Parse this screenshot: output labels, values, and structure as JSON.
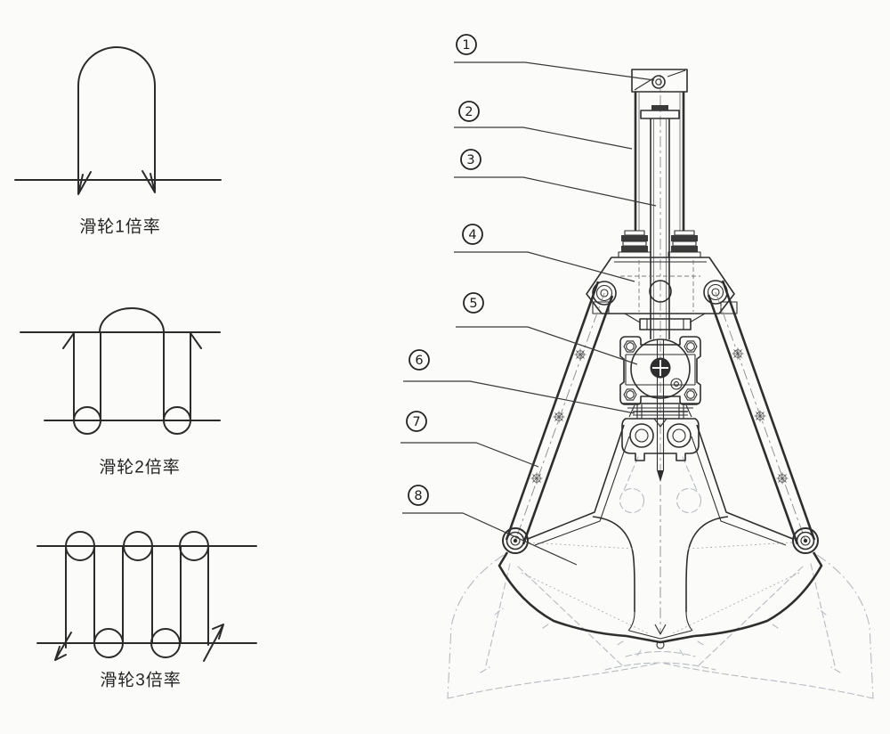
{
  "page": {
    "background": "#fbfbfa",
    "ink_color": "#2e2e2e",
    "ghost_color": "#b6bac1"
  },
  "pulley_diagrams": [
    {
      "id": "pulley-1x",
      "caption": "滑轮1倍率"
    },
    {
      "id": "pulley-2x",
      "caption": "滑轮2倍率"
    },
    {
      "id": "pulley-3x",
      "caption": "滑轮3倍率"
    }
  ],
  "grab_drawing": {
    "callouts": [
      {
        "number": "1"
      },
      {
        "number": "2"
      },
      {
        "number": "3"
      },
      {
        "number": "4"
      },
      {
        "number": "5"
      },
      {
        "number": "6"
      },
      {
        "number": "7"
      },
      {
        "number": "8"
      }
    ]
  }
}
